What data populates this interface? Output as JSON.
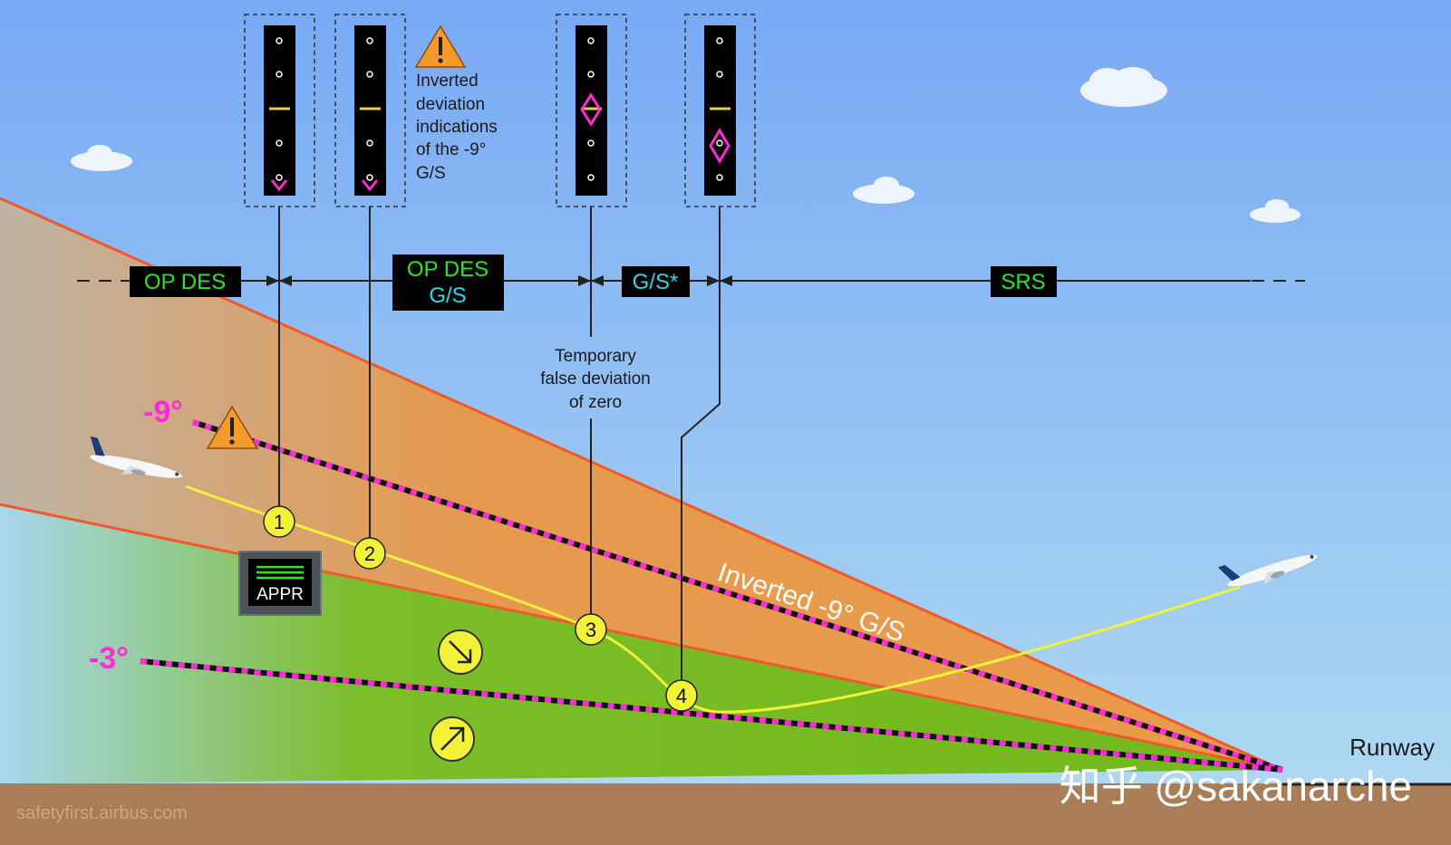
{
  "colors": {
    "sky_top": "#76a8f4",
    "sky_bottom": "#a9d6f3",
    "orange_zone": "#e99b4c",
    "green_zone": "#74b81b",
    "ground": "#a97d55",
    "glideslope_magenta": "#ff2bd8",
    "flight_path": "#f2f33a",
    "fma_green": "#27e827",
    "fma_cyan": "#33d6e8",
    "warning_orange": "#f39a2b"
  },
  "fma": {
    "op_des": "OP DES",
    "op_des_gs_line1": "OP DES",
    "op_des_gs_line2": "G/S",
    "gs_star": "G/S*",
    "srs": "SRS"
  },
  "labels": {
    "inverted_note": [
      "Inverted",
      "deviation",
      "indications",
      "of the -9°",
      "G/S"
    ],
    "temporary_note": [
      "Temporary",
      "false deviation",
      "of zero"
    ],
    "minus9": "-9°",
    "minus3": "-3°",
    "inverted_gs": "Inverted -9° G/S",
    "runway": "Runway",
    "appr": "APPR",
    "watermark": "知乎 @sakanarche",
    "source": "safetyfirst.airbus.com"
  },
  "steps": [
    "1",
    "2",
    "3",
    "4"
  ],
  "icons": {
    "warning": "warning-triangle-icon",
    "arrow_down_right": "arrow-down-right-icon",
    "arrow_up_right": "arrow-up-right-icon",
    "aircraft": "aircraft-icon",
    "cloud": "cloud-icon"
  }
}
